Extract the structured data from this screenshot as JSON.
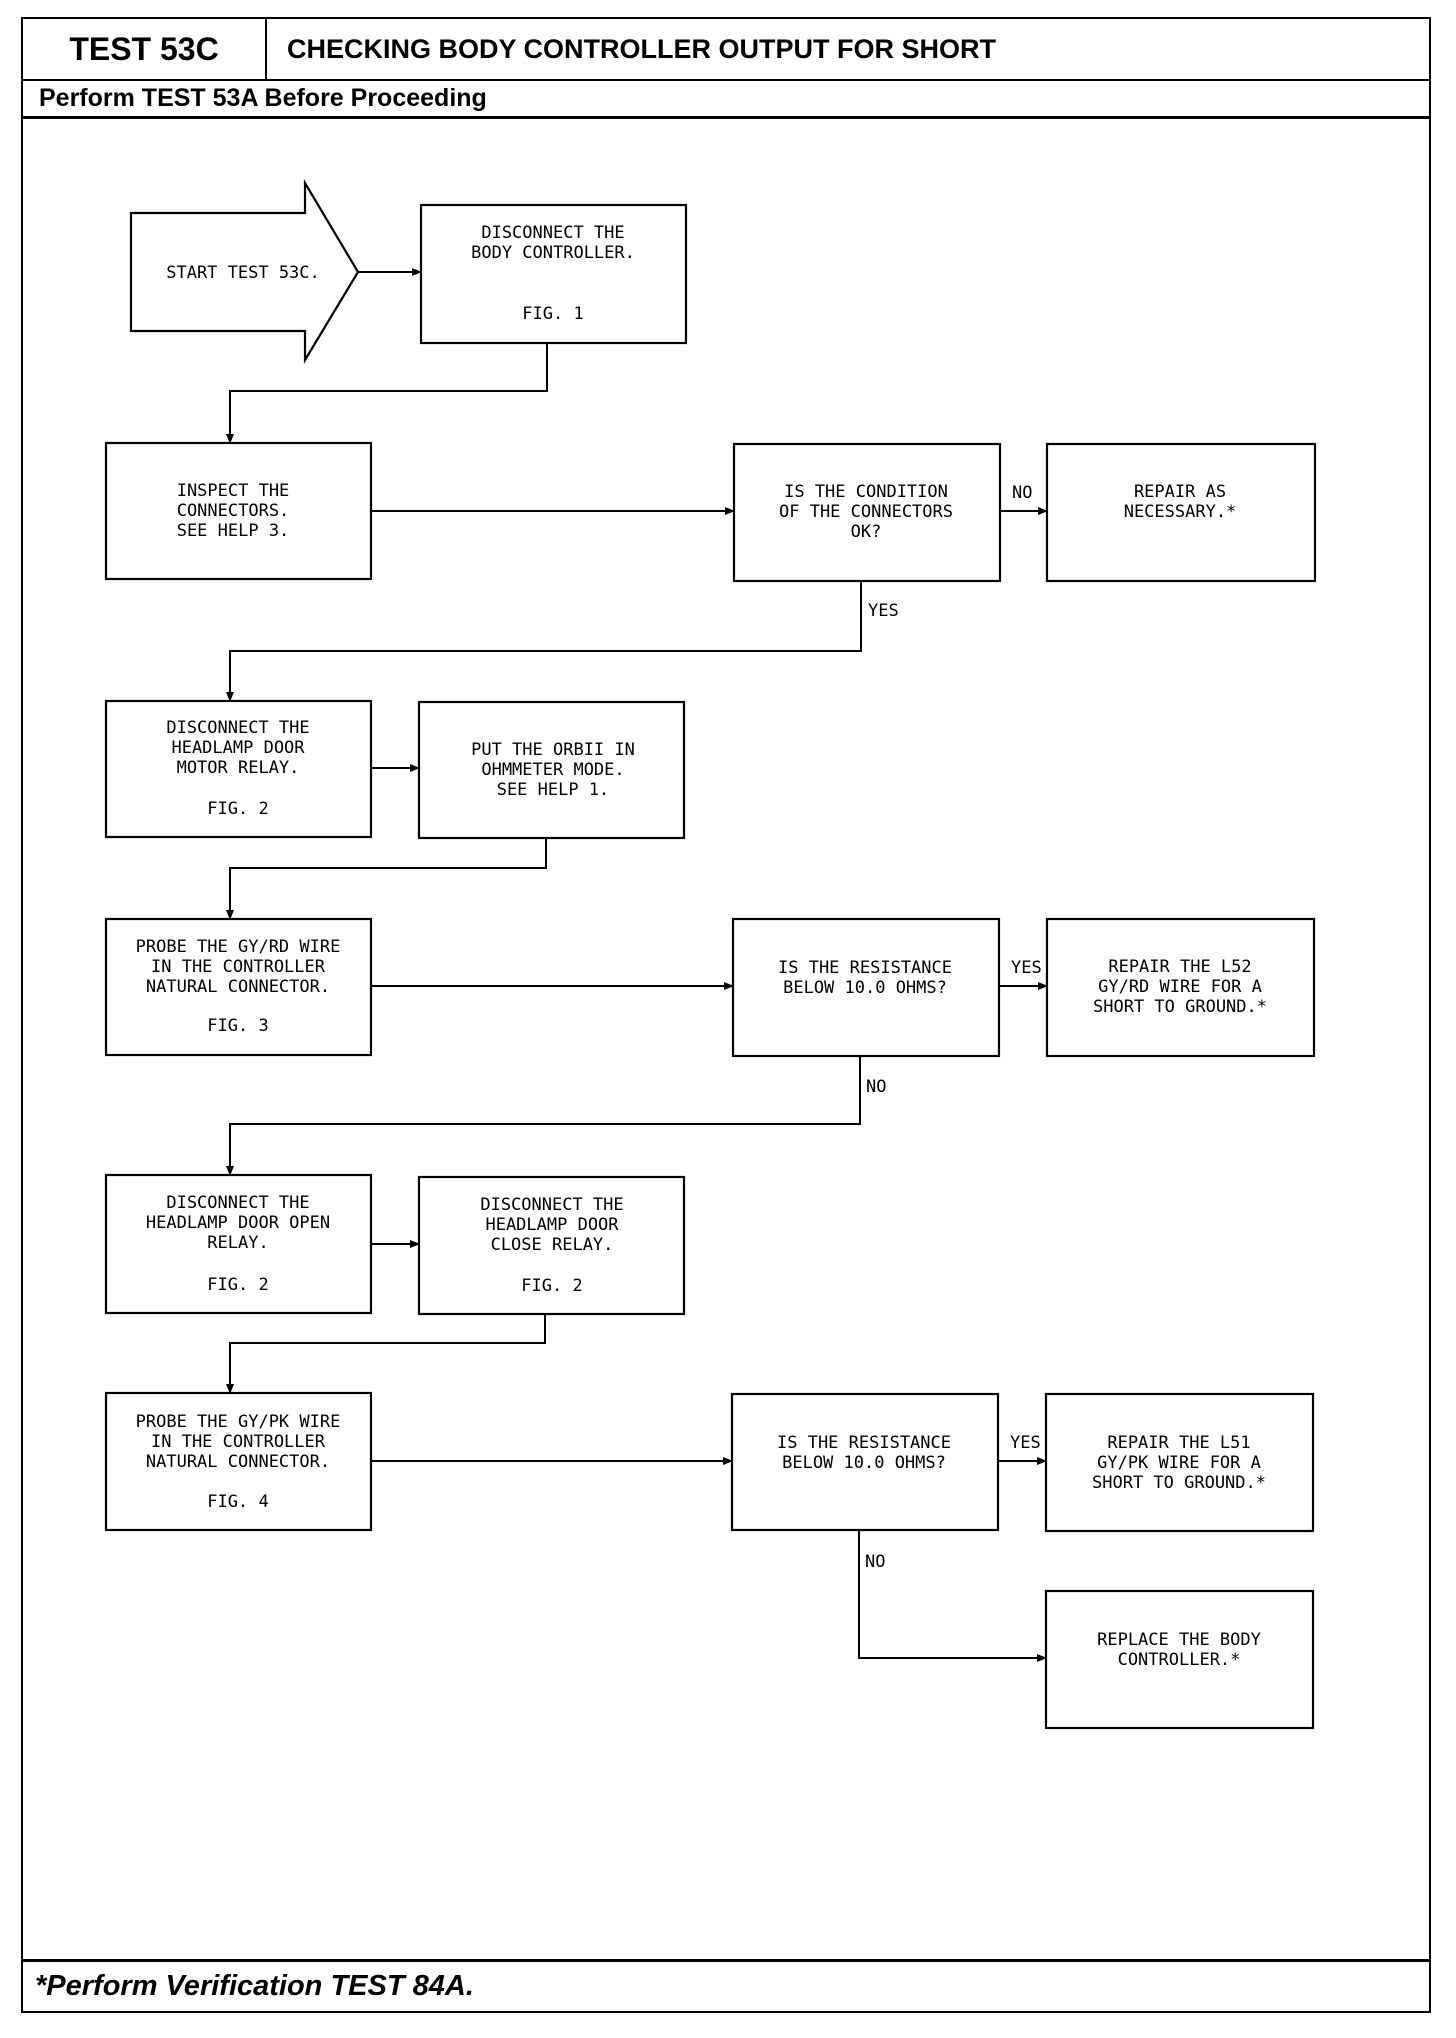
{
  "header": {
    "test_id": "TEST 53C",
    "title": "CHECKING BODY CONTROLLER OUTPUT FOR SHORT",
    "prerequisite": "Perform TEST 53A Before Proceeding"
  },
  "footer": {
    "note": "*Perform Verification TEST 84A."
  },
  "steps": {
    "start": {
      "lines": [
        "START TEST 53C."
      ]
    },
    "disconnect_controller": {
      "lines": [
        "DISCONNECT THE",
        "BODY CONTROLLER."
      ],
      "fig": "FIG. 1"
    },
    "inspect_connectors": {
      "lines": [
        "INSPECT THE",
        "CONNECTORS.",
        "SEE HELP 3."
      ]
    },
    "condition_ok": {
      "lines": [
        "IS THE CONDITION",
        "OF THE CONNECTORS",
        "OK?"
      ]
    },
    "repair_necessary": {
      "lines": [
        "REPAIR AS",
        "NECESSARY.*"
      ]
    },
    "disconnect_motor_relay": {
      "lines": [
        "DISCONNECT THE",
        "HEADLAMP DOOR",
        "MOTOR RELAY."
      ],
      "fig": "FIG. 2"
    },
    "ohmmeter_mode": {
      "lines": [
        "PUT THE ORBII IN",
        "OHMMETER MODE.",
        "SEE HELP 1."
      ]
    },
    "probe_gy_rd": {
      "lines": [
        "PROBE THE GY/RD WIRE",
        "IN THE CONTROLLER",
        "NATURAL CONNECTOR."
      ],
      "fig": "FIG. 3"
    },
    "resistance_q1": {
      "lines": [
        "IS THE RESISTANCE",
        "BELOW 10.0 OHMS?"
      ]
    },
    "repair_l52": {
      "lines": [
        "REPAIR THE L52",
        "GY/RD WIRE FOR A",
        "SHORT TO GROUND.*"
      ]
    },
    "disconnect_open_relay": {
      "lines": [
        "DISCONNECT THE",
        "HEADLAMP DOOR OPEN",
        "RELAY."
      ],
      "fig": "FIG. 2"
    },
    "disconnect_close_relay": {
      "lines": [
        "DISCONNECT THE",
        "HEADLAMP DOOR",
        "CLOSE RELAY."
      ],
      "fig": "FIG. 2"
    },
    "probe_gy_pk": {
      "lines": [
        "PROBE THE GY/PK WIRE",
        "IN THE CONTROLLER",
        "NATURAL CONNECTOR."
      ],
      "fig": "FIG. 4"
    },
    "resistance_q2": {
      "lines": [
        "IS THE RESISTANCE",
        "BELOW 10.0 OHMS?"
      ]
    },
    "repair_l51": {
      "lines": [
        "REPAIR THE L51",
        "GY/PK WIRE FOR A",
        "SHORT TO GROUND.*"
      ]
    },
    "replace_controller": {
      "lines": [
        "REPLACE THE BODY",
        "CONTROLLER.*"
      ]
    }
  },
  "branch_labels": {
    "no_1": "NO",
    "yes_1": "YES",
    "yes_2": "YES",
    "no_2": "NO",
    "yes_3": "YES",
    "no_3": "NO"
  }
}
